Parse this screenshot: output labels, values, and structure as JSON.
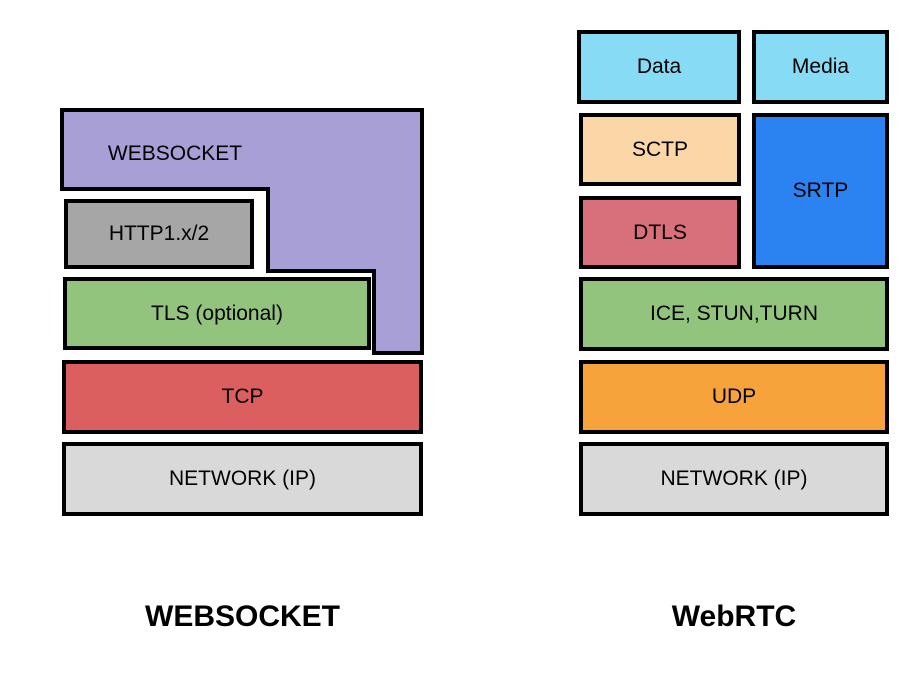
{
  "colors": {
    "websocket_purple": "#A79FD6",
    "http_gray": "#A6A6A6",
    "tls_green": "#93C47D",
    "tcp_red": "#DB5F5F",
    "network_gray": "#D9D9D9",
    "data_blue": "#87DBF5",
    "media_blue": "#87DBF5",
    "sctp_peach": "#FBD7A7",
    "srtp_blue": "#2B83F2",
    "dtls_rose": "#D7707A",
    "ice_green": "#93C47D",
    "udp_orange": "#F7A33C",
    "border_black": "#000000"
  },
  "websocket_stack": {
    "caption": "WEBSOCKET",
    "layers": {
      "websocket": "WEBSOCKET",
      "http": "HTTP1.x/2",
      "tls": "TLS (optional)",
      "tcp": "TCP",
      "network": "NETWORK (IP)"
    }
  },
  "webrtc_stack": {
    "caption": "WebRTC",
    "layers": {
      "data": "Data",
      "media": "Media",
      "sctp": "SCTP",
      "srtp": "SRTP",
      "dtls": "DTLS",
      "ice": "ICE, STUN,TURN",
      "udp": "UDP",
      "network": "NETWORK (IP)"
    }
  }
}
